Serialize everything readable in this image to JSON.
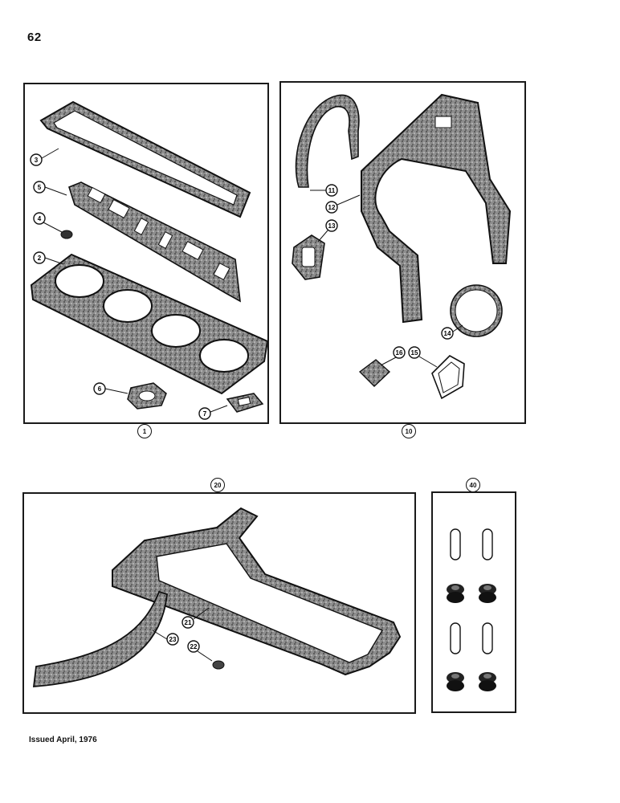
{
  "page": {
    "page_number": "62",
    "footer": "Issued April, 1976"
  },
  "kits": {
    "k1": "1",
    "k10": "10",
    "k20": "20",
    "k40": "40"
  },
  "callouts": {
    "c2": "2",
    "c3": "3",
    "c4": "4",
    "c5": "5",
    "c6": "6",
    "c7": "7",
    "c11": "11",
    "c12": "12",
    "c13": "13",
    "c14": "14",
    "c15": "15",
    "c16": "16",
    "c21": "21",
    "c22": "22",
    "c23": "23"
  },
  "colors": {
    "ink": "#1a1a1a",
    "gasket_fill": "#9a9a9a",
    "paper": "#ffffff"
  }
}
